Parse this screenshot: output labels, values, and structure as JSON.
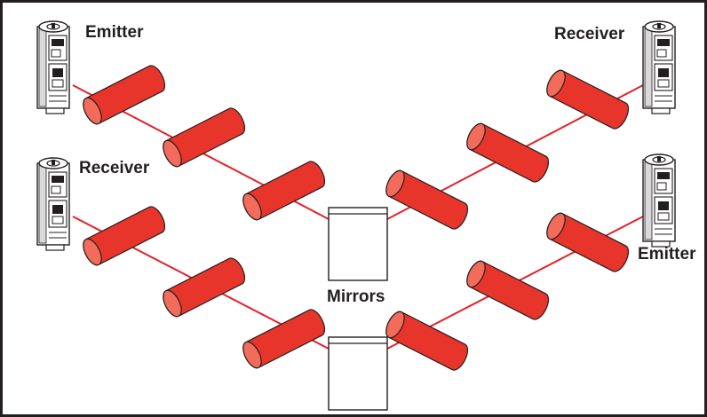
{
  "labels": {
    "top_left": "Emitter",
    "mid_left": "Receiver",
    "top_right": "Receiver",
    "right_mid": "Emitter",
    "center": "Mirrors"
  },
  "colors": {
    "beam": "#e4202a",
    "cylinder_fill": "#e8352b",
    "cylinder_cap": "#f26b5b",
    "outline": "#231f20",
    "frame": "#231f20"
  },
  "icons": {
    "sensor": "light-curtain-sensor-icon",
    "cylinder": "light-beam-cylinder-icon",
    "mirror": "corner-mirror-icon"
  }
}
